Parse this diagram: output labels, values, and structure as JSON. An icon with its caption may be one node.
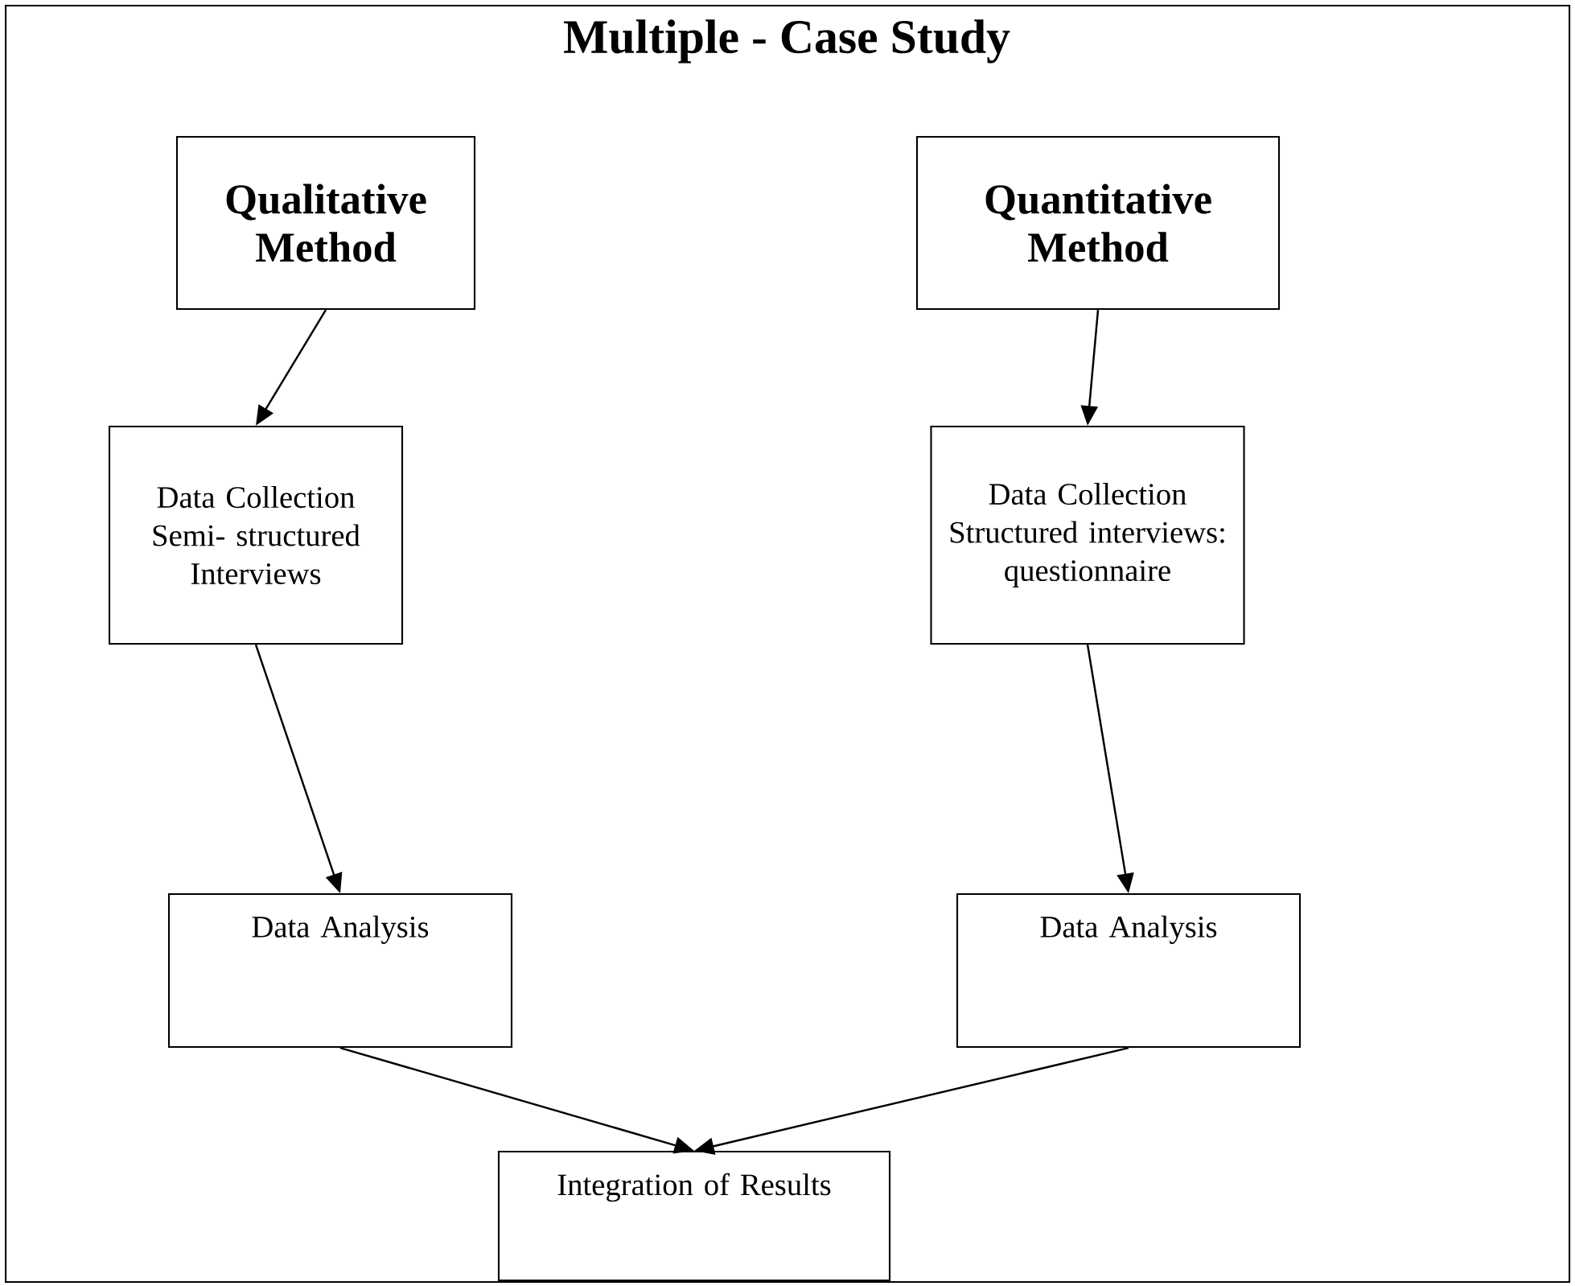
{
  "diagram": {
    "nodes": [
      {
        "text": [
          "Multiple - Case Study"
        ]
      },
      {
        "text": [
          "Qualitative Method"
        ],
        "in": 0
      },
      {
        "text": [
          "Quantitative Method"
        ],
        "in": 0
      },
      {
        "text": [
          "Data Collection",
          "Semi- structured Interviews"
        ],
        "in": 0
      },
      {
        "text": [
          "Data Collection",
          "Structured interviews: questionnaire"
        ],
        "in": 0
      },
      {
        "text": [
          "Data Analysis"
        ],
        "in": 0
      },
      {
        "text": [
          "Data Analysis"
        ],
        "in": 0
      },
      {
        "text": [
          "Integration of Results"
        ],
        "in": 0
      }
    ],
    "edges": [
      {
        "from": 1,
        "to": 3,
        "arrow": "to"
      },
      {
        "from": 3,
        "to": 5,
        "arrow": "to"
      },
      {
        "from": 2,
        "to": 4,
        "arrow": "to"
      },
      {
        "from": 4,
        "to": 6,
        "arrow": "to"
      },
      {
        "from": 5,
        "to": 7,
        "arrow": "to"
      },
      {
        "from": 6,
        "to": 7,
        "arrow": "to"
      }
    ]
  }
}
